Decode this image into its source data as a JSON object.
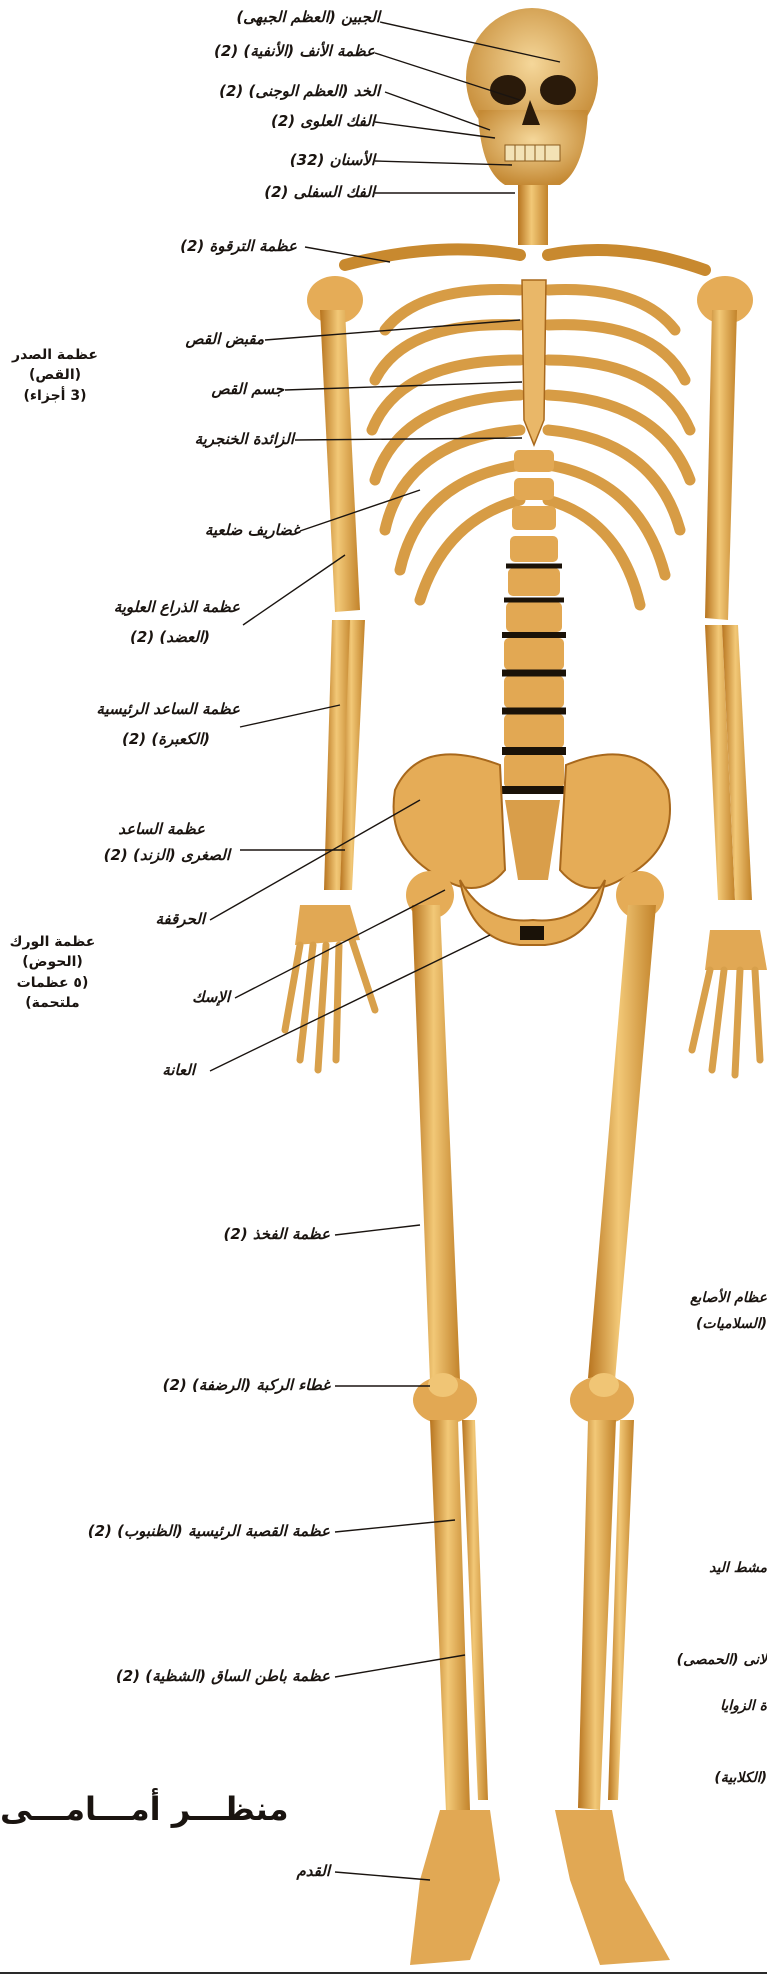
{
  "title": "منظـــر أمـــامـــى",
  "labels": {
    "frontal": "الجبين (العظم الجبهى)",
    "nasal": "عظمة الأنف (الأنفية) (2)",
    "zygomatic": "الخد (العظم الوجنى) (2)",
    "maxilla": "الفك العلوى (2)",
    "teeth": "الأسنان (32)",
    "mandible": "الفك السفلى (2)",
    "clavicle": "عظمة الترقوة (2)",
    "manubrium": "مقبض القص",
    "sternum_body": "جسم القص",
    "xiphoid": "الزائدة الخنجرية",
    "costal_cartilage": "غضاريف ضلعية",
    "humerus_1": "عظمة الذراع العلوية",
    "humerus_2": "(العضد) (2)",
    "radius_1": "عظمة الساعد الرئيسية",
    "radius_2": "(الكعبرة) (2)",
    "ulna_1": "عظمة الساعد",
    "ulna_2": "الصغرى (الزند) (2)",
    "ilium": "الحرقفة",
    "ischium": "الإسك",
    "pubis": "العانة",
    "femur": "عظمة الفخذ (2)",
    "patella": "غطاء الركبة (الرضفة) (2)",
    "tibia": "عظمة القصبة الرئيسية (الظنبوب) (2)",
    "fibula": "عظمة باطن الساق (الشظية) (2)",
    "foot": "القدم"
  },
  "side_labels": {
    "sternum": [
      "عظمة الصدر",
      "(القص)",
      "(3 أجزاء)"
    ],
    "hip": [
      "عظمة الورك",
      "(الحوض)",
      "(٥ عظمات",
      "ملتحمة)"
    ]
  },
  "right_labels": {
    "phalanges_1": "عظام الأصابع",
    "phalanges_2": "(السلاميات)",
    "metacarpals": "مشط اليد",
    "pisiform": "لانى (الحمصى)",
    "trapezoid": "ة الزوايا",
    "hamate": "(الكلابية)"
  },
  "colors": {
    "bone": "#e8b25a",
    "bone_shadow": "#b7741f",
    "cartilage": "#1a1208",
    "background": "#ffffff",
    "text": "#1a1410"
  }
}
